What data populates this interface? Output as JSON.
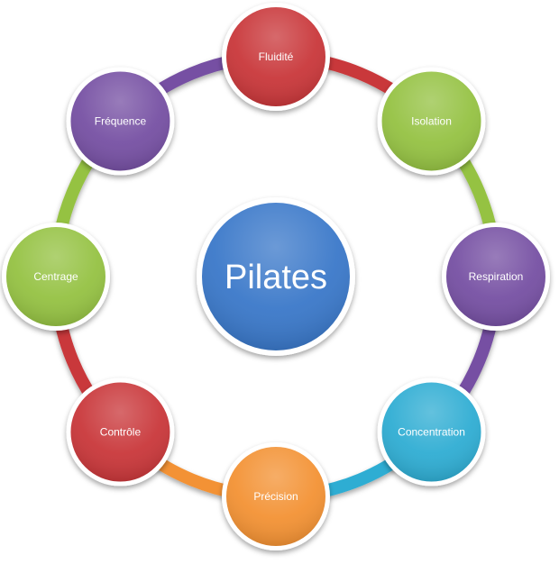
{
  "center": {
    "label": "Pilates",
    "color": "#3a78c9"
  },
  "nodes": [
    {
      "label": "Fluidité",
      "color": "#c9373a"
    },
    {
      "label": "Isolation",
      "color": "#95c243"
    },
    {
      "label": "Respiration",
      "color": "#7650a3"
    },
    {
      "label": "Concentration",
      "color": "#2fadd3"
    },
    {
      "label": "Précision",
      "color": "#f39234"
    },
    {
      "label": "Contrôle",
      "color": "#c9373a"
    },
    {
      "label": "Centrage",
      "color": "#95c243"
    },
    {
      "label": "Fréquence",
      "color": "#7650a3"
    }
  ],
  "connectors": [
    {
      "color": "#c9373a"
    },
    {
      "color": "#95c243"
    },
    {
      "color": "#7650a3"
    },
    {
      "color": "#2fadd3"
    },
    {
      "color": "#f39234"
    },
    {
      "color": "#c9373a"
    },
    {
      "color": "#95c243"
    },
    {
      "color": "#7650a3"
    }
  ]
}
